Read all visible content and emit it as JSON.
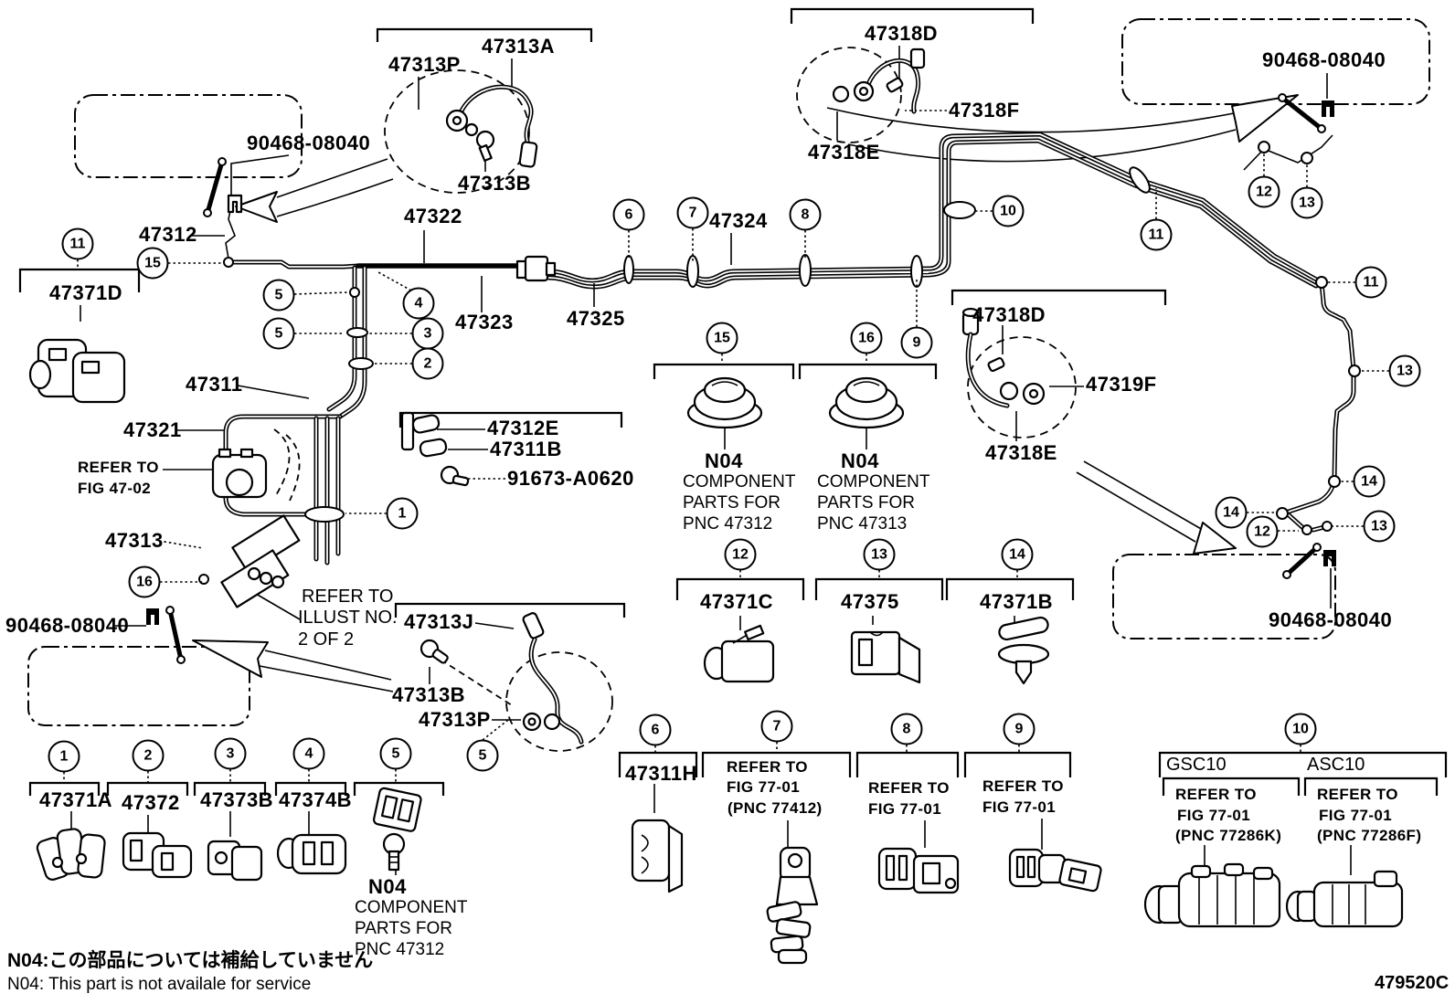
{
  "diagram": {
    "code": "479520C",
    "notes": {
      "jp": "N04:この部品については補給していません",
      "en": "N04: This part is not availale for service"
    },
    "colors": {
      "ink": "#000000",
      "paper": "#ffffff"
    }
  },
  "labels": {
    "bolt": "90468-08040",
    "p47313p": "47313P",
    "p47313a": "47313A",
    "p47313b": "47313B",
    "p47312": "47312",
    "p47322": "47322",
    "p47371d": "47371D",
    "p47323": "47323",
    "p47325": "47325",
    "p47324": "47324",
    "p47318d": "47318D",
    "p47318f": "47318F",
    "p47318e": "47318E",
    "p47311": "47311",
    "p47321": "47321",
    "refer_to": "REFER TO",
    "fig4702": "FIG 47-02",
    "p47313": "47313",
    "illust_no": "ILLUST NO.",
    "illust_2of2": "2 OF 2",
    "p47312e": "47312E",
    "p47311b": "47311B",
    "p91673": "91673-A0620",
    "p47313j": "47313J",
    "n04": "N04",
    "component": "COMPONENT",
    "parts_for": "PARTS FOR",
    "pnc47312": "PNC 47312",
    "pnc47313": "PNC 47313",
    "p47319f": "47319F",
    "p47371c": "47371C",
    "p47375": "47375",
    "p47371b": "47371B",
    "p47371a": "47371A",
    "p47372": "47372",
    "p47373b": "47373B",
    "p47374b": "47374B",
    "p47311h": "47311H",
    "fig7701": "FIG 77-01",
    "pnc77412": "(PNC 77412)",
    "gsc10": "GSC10",
    "asc10": "ASC10",
    "pnc77286k": "(PNC 77286K)",
    "pnc77286f": "(PNC 77286F)"
  },
  "callouts": {
    "c1": "1",
    "c2": "2",
    "c3": "3",
    "c4": "4",
    "c5": "5",
    "c6": "6",
    "c7": "7",
    "c8": "8",
    "c9": "9",
    "c10": "10",
    "c11": "11",
    "c12": "12",
    "c13": "13",
    "c14": "14",
    "c15": "15",
    "c16": "16"
  }
}
